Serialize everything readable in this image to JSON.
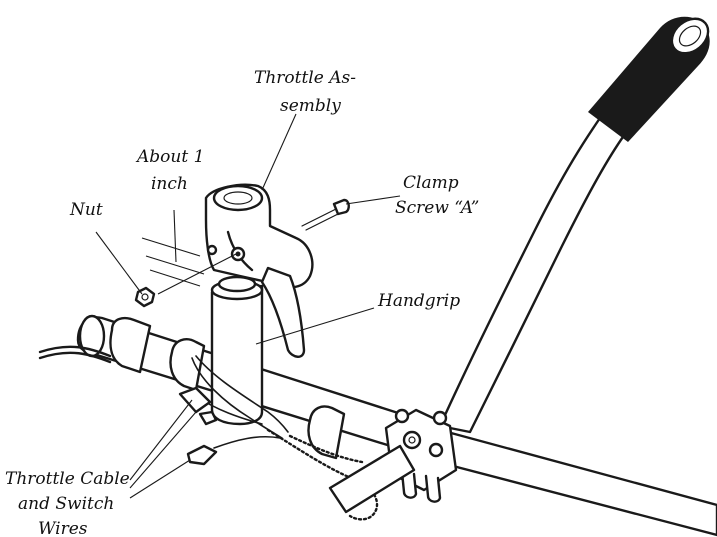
{
  "labels": {
    "throttle_assembly": [
      "Throttle As-",
      "sembly"
    ],
    "about_1_inch": [
      "About 1",
      "inch"
    ],
    "clamp_screw": [
      "Clamp",
      "Screw “A”"
    ],
    "nut": "Nut",
    "handgrip": "Handgrip",
    "throttle_cable": [
      "Throttle Cable",
      "and Switch",
      "Wires"
    ]
  }
}
